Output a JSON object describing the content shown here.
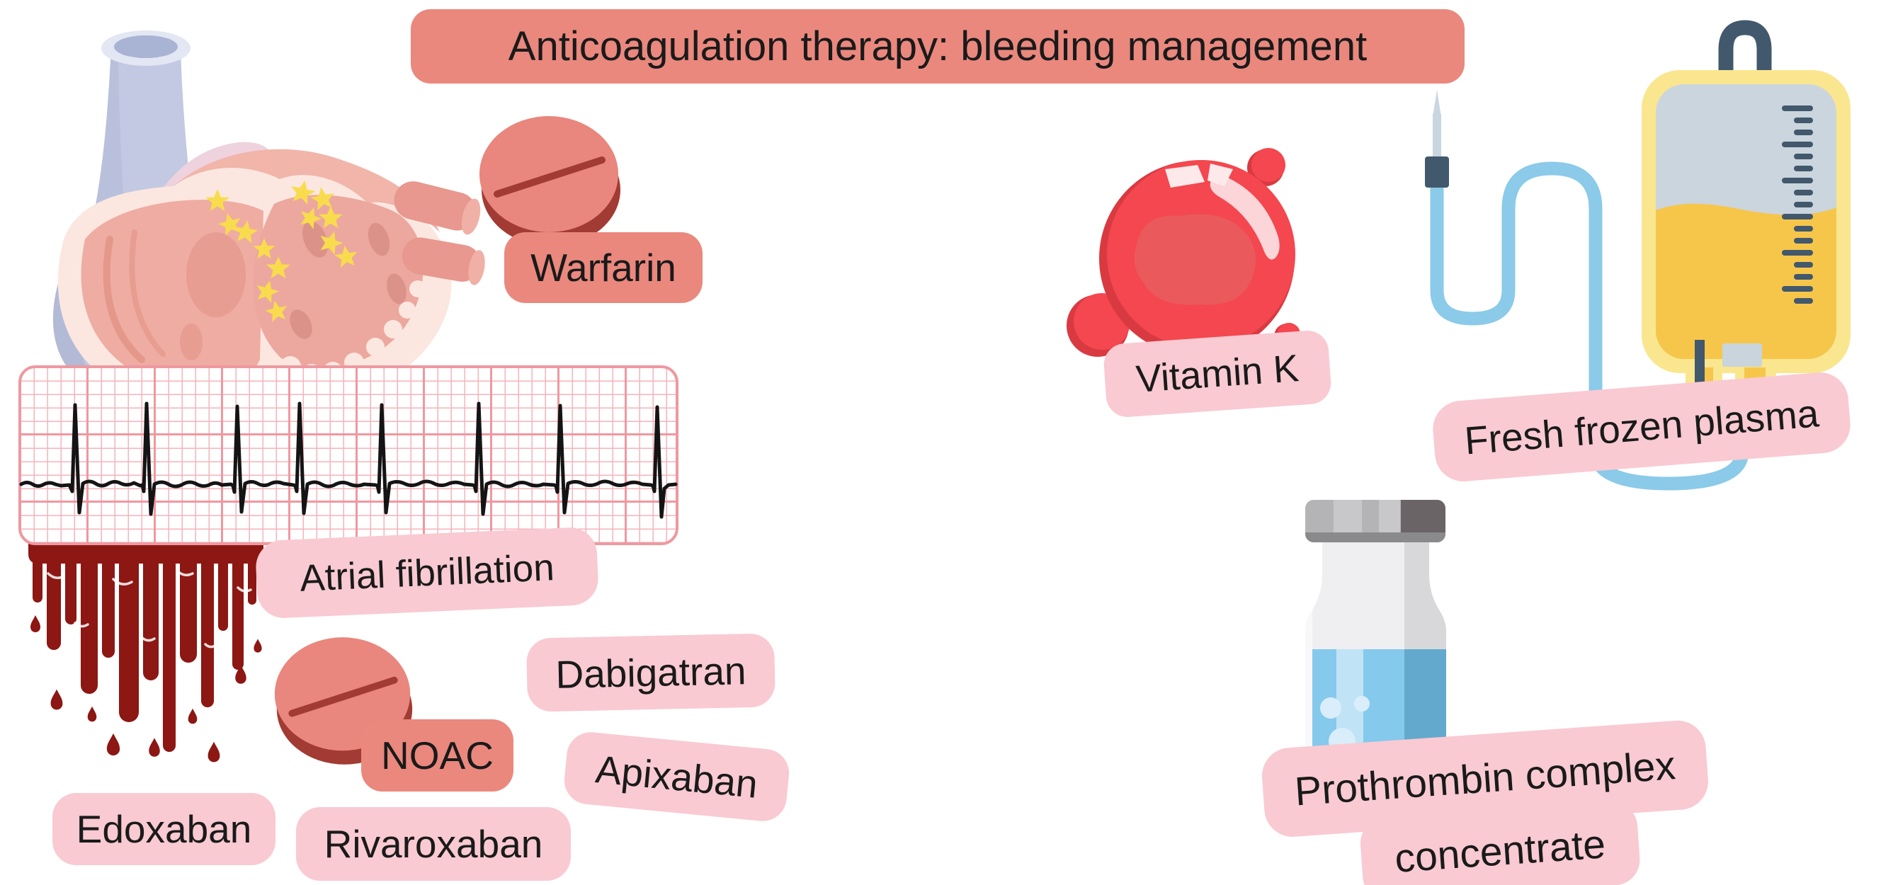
{
  "title": "Anticoagulation therapy: bleeding management",
  "labels": {
    "warfarin": "Warfarin",
    "atrial_fibrillation": "Atrial fibrillation",
    "noac": "NOAC",
    "dabigatran": "Dabigatran",
    "apixaban": "Apixaban",
    "edoxaban": "Edoxaban",
    "rivaroxaban": "Rivaroxaban",
    "vitamin_k": "Vitamin K",
    "fresh_frozen_plasma": "Fresh frozen plasma",
    "prothrombin_line1": "Prothrombin complex",
    "prothrombin_line2": "concentrate"
  },
  "icons": {
    "heart": "heart-cross-section-with-fibrillation-stars",
    "ecg": "ecg-strip-irregular-rhythm",
    "blood": "dripping-blood",
    "warfarin_pill": "scored-tablet",
    "noac_pill": "scored-tablet",
    "vitamin_k": "red-glossy-droplet-spheres",
    "iv_set": "plasma-bag-with-tubing-and-needle",
    "vial": "medication-vial-blue-liquid"
  },
  "colors": {
    "salmon_box": "#EA887E",
    "pink_box": "#F9CAD2",
    "text": "#1A1A1A",
    "blood_red": "#8C1713",
    "pill_salmon": "#E9867D",
    "pill_shadow": "#A23B33",
    "ecg_grid": "#EF98A0",
    "vitamin_k_red": "#F4474F",
    "tube_blue": "#8BCAE9",
    "bag_yellow": "#FAE68E",
    "plasma_amber": "#F6C64B",
    "slate_blue": "#42586C",
    "vial_liquid_blue": "#85C9ED",
    "star_yellow": "#F8DC4E"
  }
}
